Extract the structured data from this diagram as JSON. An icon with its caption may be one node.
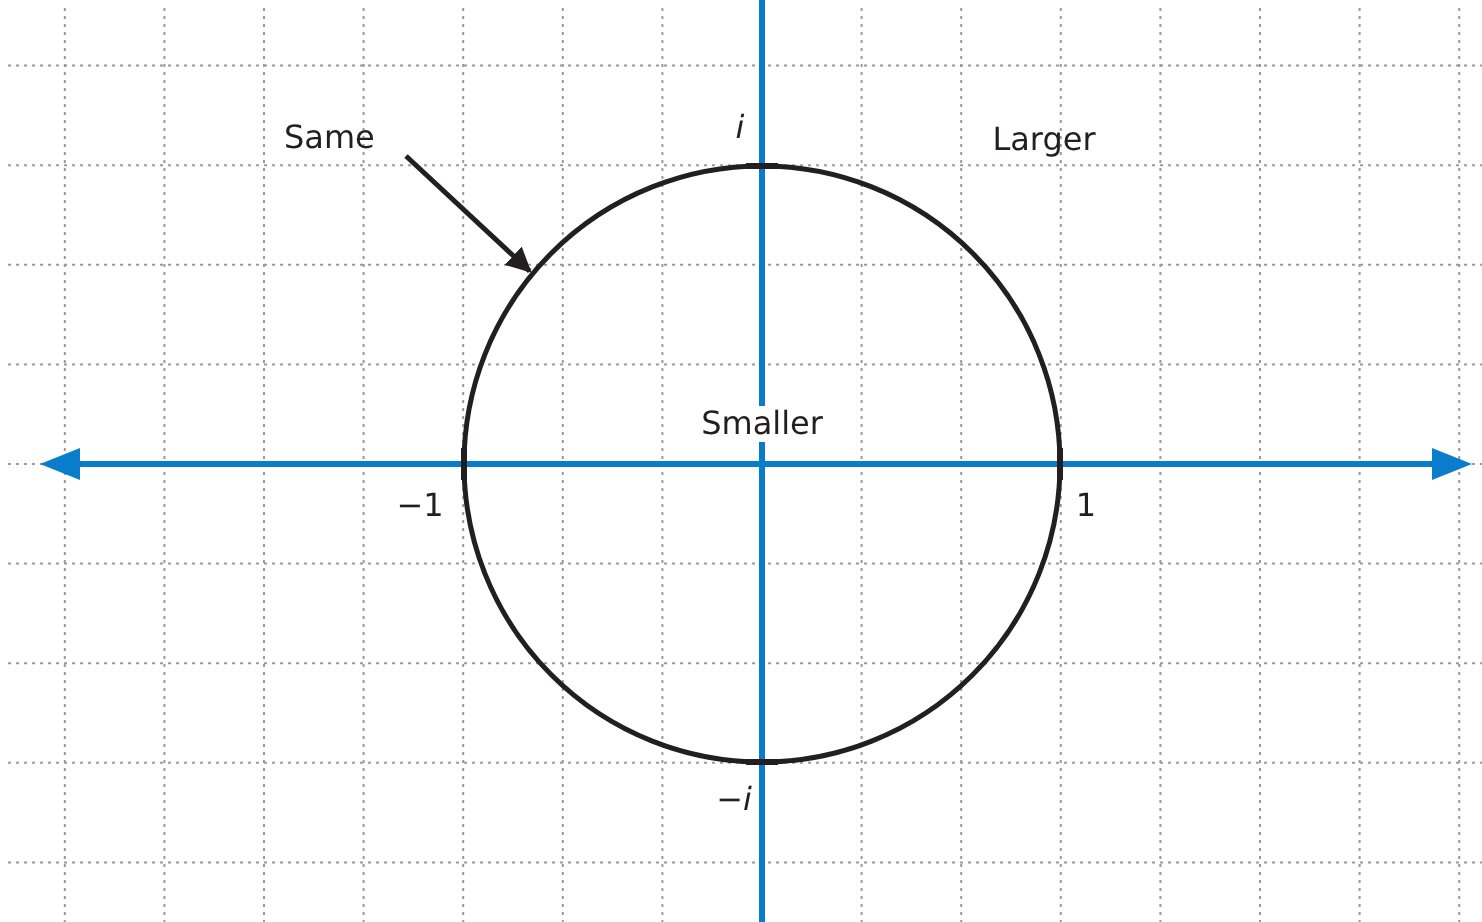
{
  "diagram": {
    "nodes": [
      {
        "text": [
          "Same"
        ]
      },
      {
        "text": [],
        "shape": "circle"
      }
    ],
    "edges": [
      {
        "from": 0,
        "to": 1,
        "arrow": "to"
      }
    ],
    "labels": [
      "i",
      "Larger",
      "Smaller",
      "−1",
      "1",
      "−*i*"
    ]
  }
}
